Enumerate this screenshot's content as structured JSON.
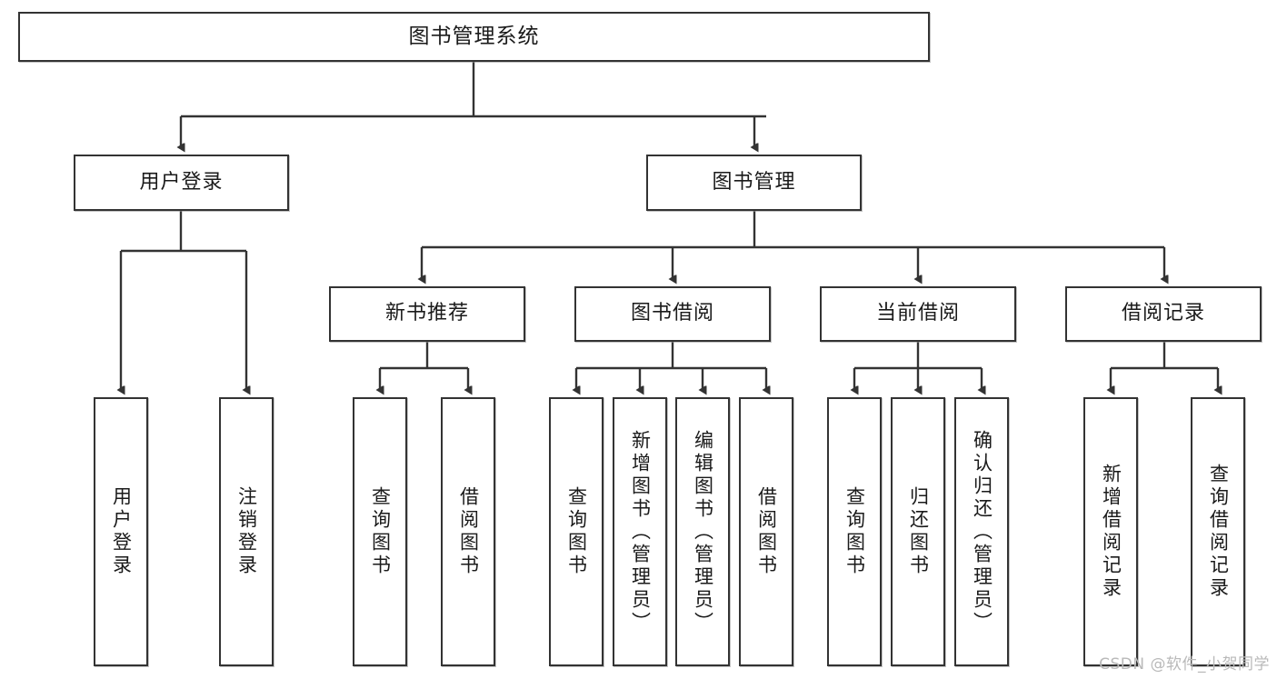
{
  "diagram": {
    "type": "tree",
    "title": "图书管理系统",
    "colors": {
      "box_border": "#333333",
      "box_fill": "#ffffff",
      "connector": "#333333",
      "text": "#1a1a1a",
      "watermark": "#b9b9b9"
    },
    "root": {
      "label": "图书管理系统"
    },
    "level2": [
      {
        "label": "用户登录"
      },
      {
        "label": "图书管理"
      }
    ],
    "level3": [
      {
        "label": "新书推荐"
      },
      {
        "label": "图书借阅"
      },
      {
        "label": "当前借阅"
      },
      {
        "label": "借阅记录"
      }
    ],
    "leaves": {
      "user_login": [
        {
          "label": "用户登录"
        },
        {
          "label": "注销登录"
        }
      ],
      "new_book": [
        {
          "label": "查询图书"
        },
        {
          "label": "借阅图书"
        }
      ],
      "book_borrow": [
        {
          "label": "查询图书"
        },
        {
          "label": "新增图书（管理员）"
        },
        {
          "label": "编辑图书（管理员）"
        },
        {
          "label": "借阅图书"
        }
      ],
      "current_borrow": [
        {
          "label": "查询图书"
        },
        {
          "label": "归还图书"
        },
        {
          "label": "确认归还（管理员）"
        }
      ],
      "borrow_record": [
        {
          "label": "新增借阅记录"
        },
        {
          "label": "查询借阅记录"
        }
      ]
    }
  },
  "watermark": {
    "text": "CSDN @软件_小贺同学"
  }
}
